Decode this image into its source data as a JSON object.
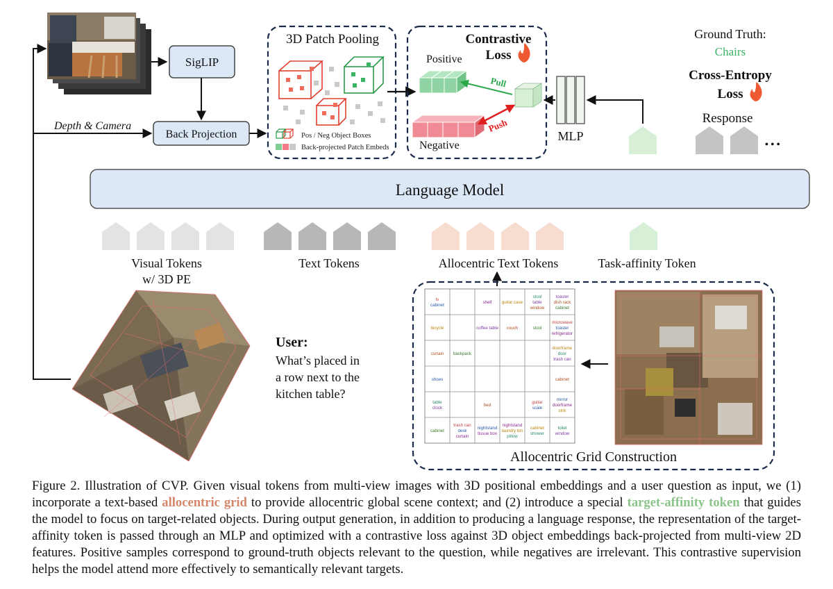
{
  "encoder": {
    "siglip": "SigLIP",
    "backproj": "Back Projection",
    "depth_camera": "Depth & Camera"
  },
  "pooling": {
    "title": "3D Patch Pooling",
    "legend_boxes": "Pos / Neg Object Boxes",
    "legend_embeds": "Back-projected Patch Embeds"
  },
  "contrastive": {
    "title_line1": "Contrastive",
    "title_line2": "Loss",
    "positive": "Positive",
    "negative": "Negative",
    "pull": "Pull",
    "push": "Push"
  },
  "mlp": "MLP",
  "ground_truth": {
    "label": "Ground Truth:",
    "value": "Chairs"
  },
  "cross_entropy": {
    "line1": "Cross-Entropy",
    "line2": "Loss"
  },
  "response": {
    "label": "Response",
    "dots": "• • •"
  },
  "language_model": "Language Model",
  "tokens": {
    "visual_line1": "Visual Tokens",
    "visual_line2": "w/ 3D PE",
    "text": "Text Tokens",
    "allocentric": "Allocentric Text Tokens",
    "task": "Task-affinity Token"
  },
  "user": {
    "label": "User:",
    "q1": "What’s placed in",
    "q2": "a row next to the",
    "q3": "kitchen table?"
  },
  "grid": {
    "title": "Allocentric Grid Construction",
    "cells": [
      [
        [
          "tv",
          "cabinet"
        ],
        [],
        [
          "shelf"
        ],
        [
          "guitar case"
        ],
        [
          "stool",
          "table",
          "window"
        ],
        [
          "toaster",
          "dish rack",
          "cabinet"
        ]
      ],
      [
        [
          "bicycle"
        ],
        [],
        [
          "coffee table"
        ],
        [
          "couch"
        ],
        [
          "stool"
        ],
        [
          "microwave",
          "toaster",
          "refrigerator"
        ]
      ],
      [
        [
          "curtain"
        ],
        [
          "backpack"
        ],
        [],
        [],
        [],
        [
          "doorframe",
          "door",
          "trash can"
        ]
      ],
      [
        [
          "shoes"
        ],
        [],
        [],
        [],
        [],
        [
          "cabinet"
        ]
      ],
      [
        [
          "table",
          "clock"
        ],
        [],
        [
          "bed"
        ],
        [],
        [
          "guitar",
          "scale"
        ],
        [
          "mirror",
          "doorframe",
          "sink"
        ]
      ],
      [
        [
          "cabinet"
        ],
        [
          "trash can",
          "desk",
          "curtain"
        ],
        [
          "nightstand",
          "tissue box"
        ],
        [
          "nightstand",
          "laundry bin",
          "pillow"
        ],
        [
          "cabinet",
          "shower"
        ],
        [
          "toilet",
          "window"
        ]
      ]
    ]
  },
  "caption": {
    "p1": "Figure 2. Illustration of CVP. Given visual tokens from multi-view images with 3D positional embeddings and a user question as input, we (1) incorporate a text-based ",
    "h1": "allocentric grid",
    "p2": " to provide allocentric global scene context; and (2) introduce a special ",
    "h2": "target-affinity token",
    "p3": " that guides the model to focus on target-related objects. During output generation, in addition to producing a language response, the representation of the target-affinity token is passed through an MLP and optimized with a contrastive loss against 3D object embeddings back-projected from multi-view 2D features. Positive samples correspond to ground-truth objects relevant to the question, while negatives are irrelevant. This contrastive supervision helps the model attend more effectively to semantically relevant targets."
  },
  "colors": {
    "navy": "#1a2a4a",
    "box_fill": "#dde8f7",
    "positive": "#8fd4a2",
    "negative": "#f08a94",
    "pull": "#2aa84a",
    "push": "#e02020",
    "visual_token": "#e3e3e3",
    "text_token": "#b7b7b7",
    "allocentric_token": "#f6ddcf",
    "task_token": "#d7efd6",
    "response_token": "#c4c4c4"
  }
}
